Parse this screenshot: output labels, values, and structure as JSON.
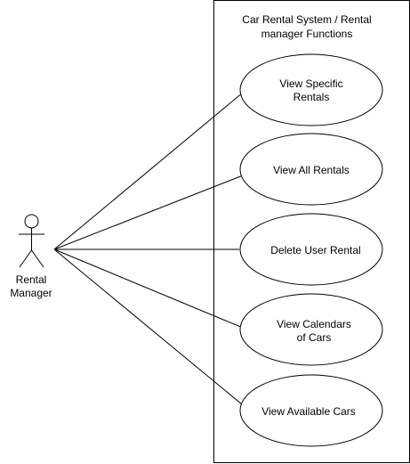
{
  "system": {
    "title_lines": [
      "Car Rental System / Rental",
      "manager Functions"
    ]
  },
  "actor": {
    "name_lines": [
      "Rental",
      "Manager"
    ]
  },
  "use_cases": [
    {
      "id": "view-specific-rentals",
      "label_lines": [
        "View Specific",
        "Rentals"
      ]
    },
    {
      "id": "view-all-rentals",
      "label_lines": [
        "View All Rentals"
      ]
    },
    {
      "id": "delete-user-rental",
      "label_lines": [
        "Delete User Rental"
      ]
    },
    {
      "id": "view-calendars-of-cars",
      "label_lines": [
        "View Calendars",
        "of Cars"
      ]
    },
    {
      "id": "view-available-cars",
      "label_lines": [
        "View Available Cars"
      ]
    }
  ],
  "colors": {
    "stroke": "#000000",
    "fill": "#ffffff",
    "text": "#000000",
    "background": "#ffffff"
  }
}
